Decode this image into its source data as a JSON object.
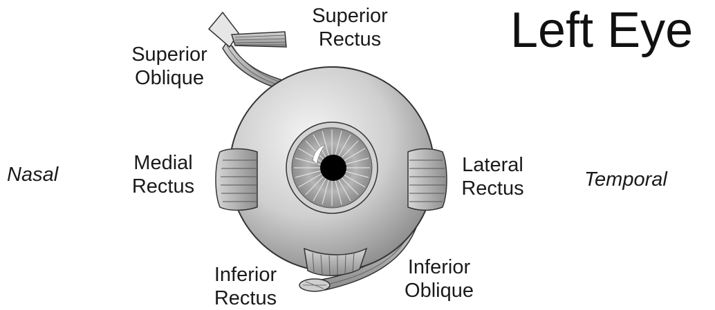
{
  "title": "Left Eye",
  "orientation": {
    "left": "Nasal",
    "right": "Temporal"
  },
  "labels": {
    "superior_rectus": [
      "Superior",
      "Rectus"
    ],
    "superior_oblique": [
      "Superior",
      "Oblique"
    ],
    "medial_rectus": [
      "Medial",
      "Rectus"
    ],
    "lateral_rectus": [
      "Lateral",
      "Rectus"
    ],
    "inferior_rectus": [
      "Inferior",
      "Rectus"
    ],
    "inferior_oblique": [
      "Inferior",
      "Oblique"
    ]
  },
  "colors": {
    "globe_light": "#f2f2f2",
    "globe_dark": "#8c8c8c",
    "muscle": "#9a9a9a",
    "iris": "#b8b8b8",
    "pupil": "#000000",
    "outline": "#333333"
  }
}
